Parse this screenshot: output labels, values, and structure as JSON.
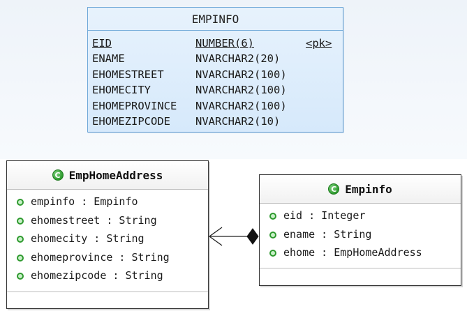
{
  "db_table": {
    "title": "EMPINFO",
    "columns": [
      {
        "name": "EID",
        "type": "NUMBER(6)",
        "key": "<pk>"
      },
      {
        "name": "ENAME",
        "type": "NVARCHAR2(20)",
        "key": ""
      },
      {
        "name": "EHOMESTREET",
        "type": "NVARCHAR2(100)",
        "key": ""
      },
      {
        "name": "EHOMECITY",
        "type": "NVARCHAR2(100)",
        "key": ""
      },
      {
        "name": "EHOMEPROVINCE",
        "type": "NVARCHAR2(100)",
        "key": ""
      },
      {
        "name": "EHOMEZIPCODE",
        "type": "NVARCHAR2(10)",
        "key": ""
      }
    ]
  },
  "classes": {
    "emp_home_address": {
      "name": "EmpHomeAddress",
      "icon": "class-icon",
      "attributes": [
        "empinfo : Empinfo",
        "ehomestreet : String",
        "ehomecity : String",
        "ehomeprovince : String",
        "ehomezipcode : String"
      ]
    },
    "empinfo": {
      "name": "Empinfo",
      "icon": "class-icon",
      "attributes": [
        "eid : Integer",
        "ename : String",
        "ehome : EmpHomeAddress"
      ]
    }
  },
  "relationship": {
    "type": "composition",
    "from": "Empinfo",
    "to": "EmpHomeAddress",
    "navigable_end": "EmpHomeAddress"
  },
  "colors": {
    "table_border": "#6fa8d8",
    "table_fill": "#d6e9fb",
    "class_icon": "#2d9a2d"
  }
}
